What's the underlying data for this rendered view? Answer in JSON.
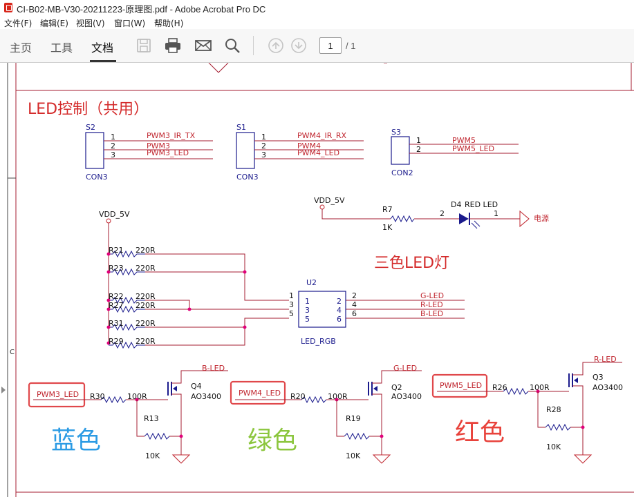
{
  "window": {
    "title": "CI-B02-MB-V30-20211223-原理图.pdf - Adobe Acrobat Pro DC"
  },
  "menu": {
    "items": [
      "文件(F)",
      "编辑(E)",
      "视图(V)",
      "窗口(W)",
      "帮助(H)"
    ]
  },
  "toolbar": {
    "tabs": [
      "主页",
      "工具",
      "文档"
    ],
    "active_tab": "文档",
    "page_current": "1",
    "page_total": "/ 1",
    "icons": [
      "save-icon",
      "print-icon",
      "email-icon",
      "search-icon",
      "prev-page-icon",
      "next-page-icon"
    ]
  },
  "document": {
    "zone_label": "C",
    "section_title": "LED控制（共用）",
    "tri_color_label": "三色LED灯",
    "connectors": [
      {
        "ref": "S2",
        "part": "CON3",
        "pins": [
          "1",
          "2",
          "3"
        ],
        "nets": [
          "PWM3_IR_TX",
          "PWM3",
          "PWM3_LED"
        ]
      },
      {
        "ref": "S1",
        "part": "CON3",
        "pins": [
          "1",
          "2",
          "3"
        ],
        "nets": [
          "PWM4_IR_RX",
          "PWM4",
          "PWM4_LED"
        ]
      },
      {
        "ref": "S3",
        "part": "CON2",
        "pins": [
          "1",
          "2"
        ],
        "nets": [
          "PWM5",
          "PWM5_LED"
        ]
      }
    ],
    "power_led": {
      "vdd": "VDD_5V",
      "resistor": "R7",
      "resistor_value": "1K",
      "led_ref": "D4",
      "led_part": "RED LED",
      "pin_a": "2",
      "pin_b": "1",
      "net": "电源"
    },
    "rgb_block": {
      "vdd": "VDD_5V",
      "resistors": [
        {
          "ref": "R21",
          "value": "220R"
        },
        {
          "ref": "R23",
          "value": "220R"
        },
        {
          "ref": "R22",
          "value": "220R"
        },
        {
          "ref": "R27",
          "value": "220R"
        },
        {
          "ref": "R31",
          "value": "220R"
        },
        {
          "ref": "R29",
          "value": "220R"
        }
      ],
      "ic_ref": "U2",
      "ic_part": "LED_RGB",
      "left_pins": [
        "1",
        "3",
        "5"
      ],
      "inner_left": [
        "1",
        "3",
        "5"
      ],
      "inner_right": [
        "2",
        "4",
        "6"
      ],
      "right_pins": [
        "2",
        "4",
        "6"
      ],
      "nets": [
        "G-LED",
        "R-LED",
        "B-LED"
      ]
    },
    "drivers": [
      {
        "input": "PWM3_LED",
        "series_r": "R30",
        "series_v": "100R",
        "pulldown": "R13",
        "pulldown_v": "10K",
        "fet": "Q4",
        "fet_part": "AO3400",
        "output": "B-LED",
        "color_label": "蓝色"
      },
      {
        "input": "PWM4_LED",
        "series_r": "R20",
        "series_v": "100R",
        "pulldown": "R19",
        "pulldown_v": "10K",
        "fet": "Q2",
        "fet_part": "AO3400",
        "output": "G-LED",
        "color_label": "绿色"
      },
      {
        "input": "PWM5_LED",
        "series_r": "R26",
        "series_v": "100R",
        "pulldown": "R28",
        "pulldown_v": "10K",
        "fet": "Q3",
        "fet_part": "AO3400",
        "output": "R-LED",
        "color_label": "红色"
      }
    ],
    "colors": {
      "wire": "#a51c30",
      "part": "#1a1a8c",
      "junction": "#e0007a",
      "frame": "#a51c30",
      "highlight": "#e0484b",
      "blue_label": "#2b9be4",
      "green_label": "#8cc63e",
      "red_label": "#e8423b"
    }
  }
}
